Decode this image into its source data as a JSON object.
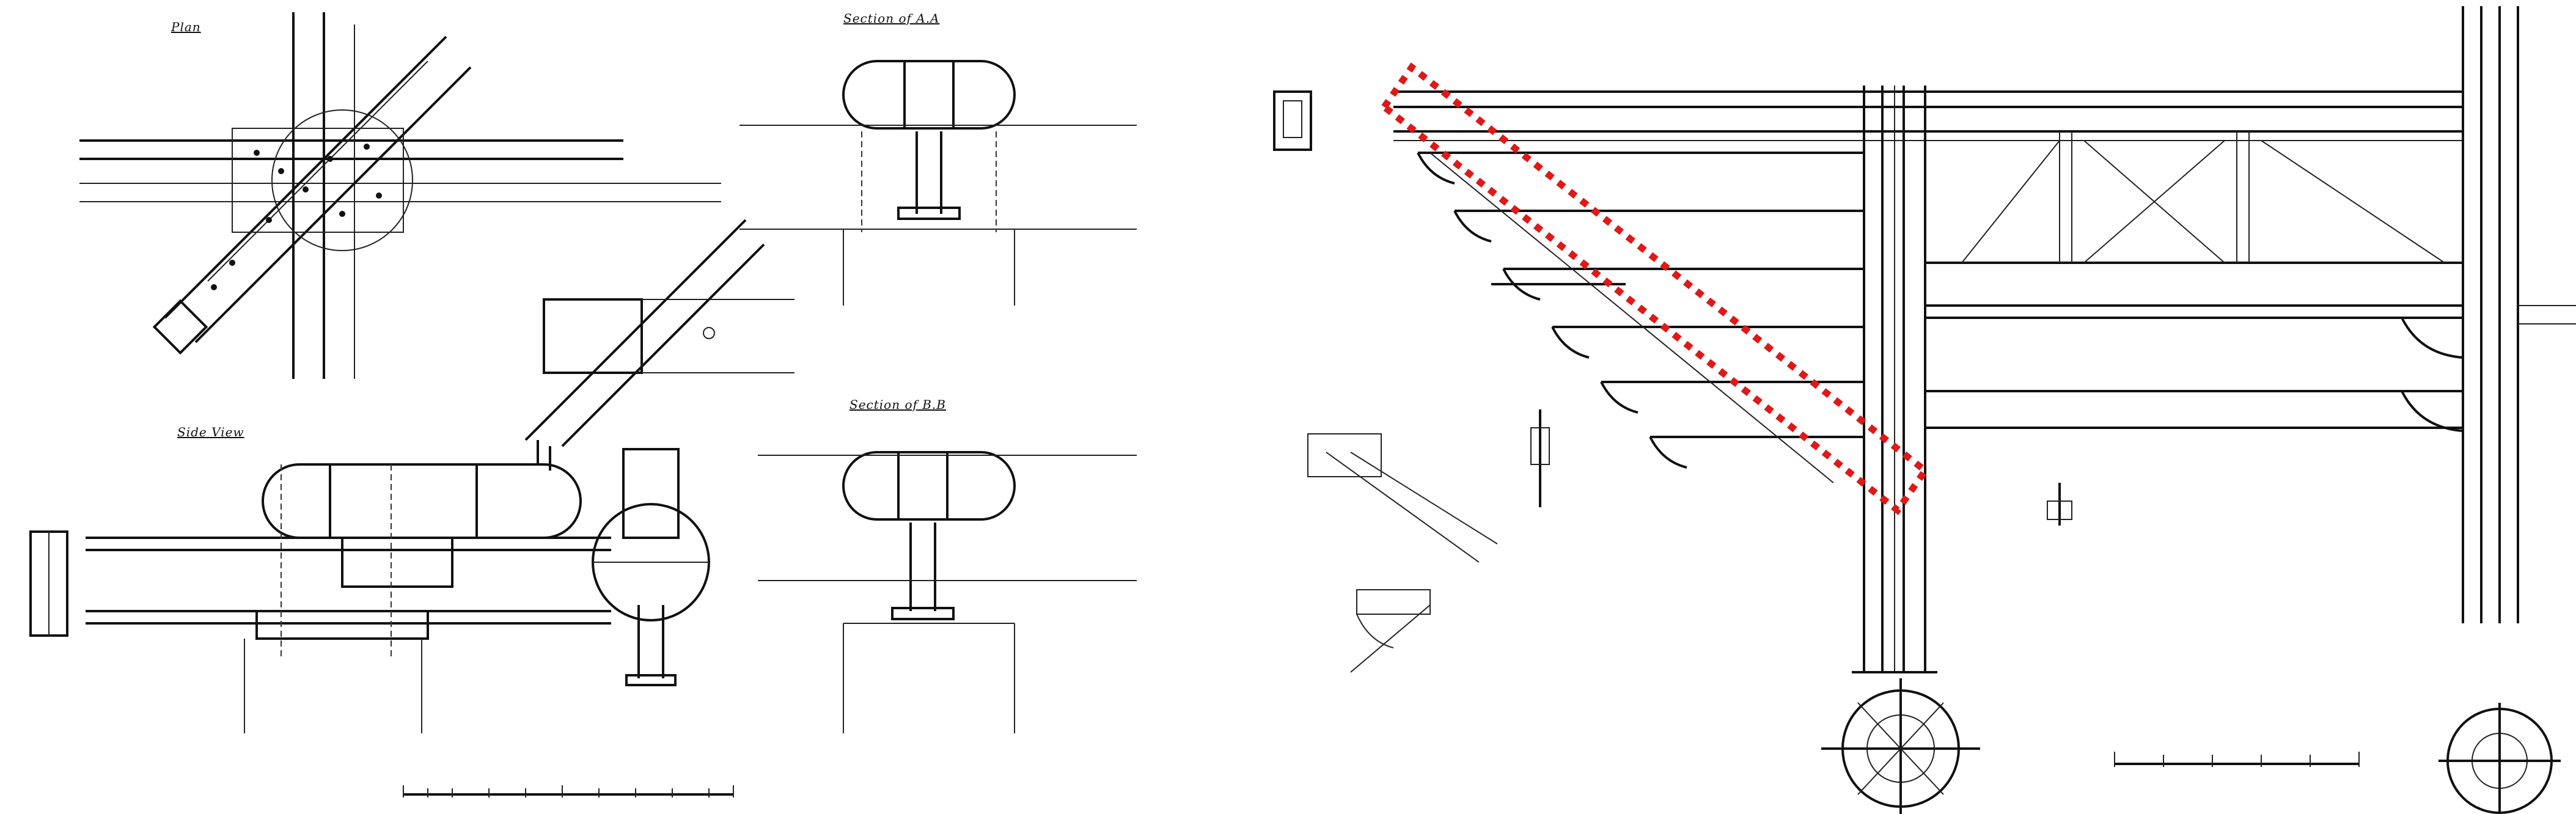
{
  "left_sheet": {
    "labels": {
      "plan": "Plan",
      "section_aa": "Section of A.A",
      "section_bb": "Section of B.B",
      "side_view": "Side View"
    }
  },
  "right_sheet": {
    "highlight": {
      "color": "#e01818",
      "style": "dotted"
    }
  },
  "colors": {
    "ink": "#111111",
    "paper": "#ffffff",
    "highlight": "#e01818"
  }
}
